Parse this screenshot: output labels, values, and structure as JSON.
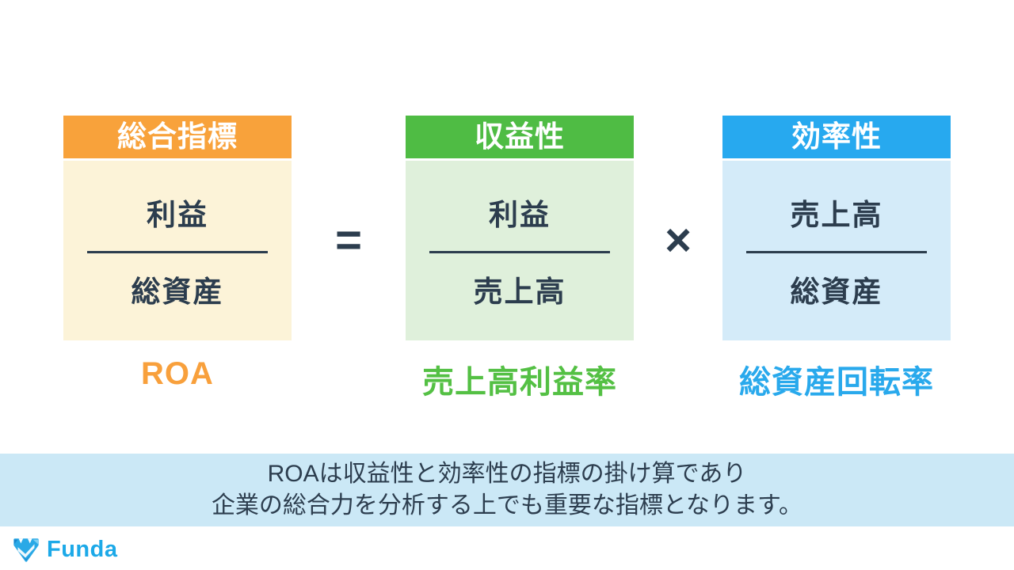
{
  "formula": {
    "boxes": [
      {
        "id": "overall-indicator",
        "header": "総合指標",
        "header_color": "#F8A23B",
        "body_color": "#FCF3D8",
        "numerator": "利益",
        "denominator": "総資産",
        "label": "ROA",
        "label_color": "#F8A03C"
      },
      {
        "id": "profitability",
        "header": "収益性",
        "header_color": "#4FBC44",
        "body_color": "#DFF0DB",
        "numerator": "利益",
        "denominator": "売上高",
        "label": "売上高利益率",
        "label_color": "#54C044"
      },
      {
        "id": "efficiency",
        "header": "効率性",
        "header_color": "#27A9EF",
        "body_color": "#D4EBF9",
        "numerator": "売上高",
        "denominator": "総資産",
        "label": "総資産回転率",
        "label_color": "#29A9EC"
      }
    ],
    "operators": {
      "equals": "=",
      "multiply": "×"
    }
  },
  "banner": {
    "background": "#CBE8F6",
    "line1": "ROAは収益性と効率性の指標の掛け算であり",
    "line2": "企業の総合力を分析する上でも重要な指標となります。"
  },
  "footer": {
    "brand": "Funda",
    "brand_color": "#1CA9E8"
  },
  "colors": {
    "text_dark": "#2C3D4E"
  }
}
